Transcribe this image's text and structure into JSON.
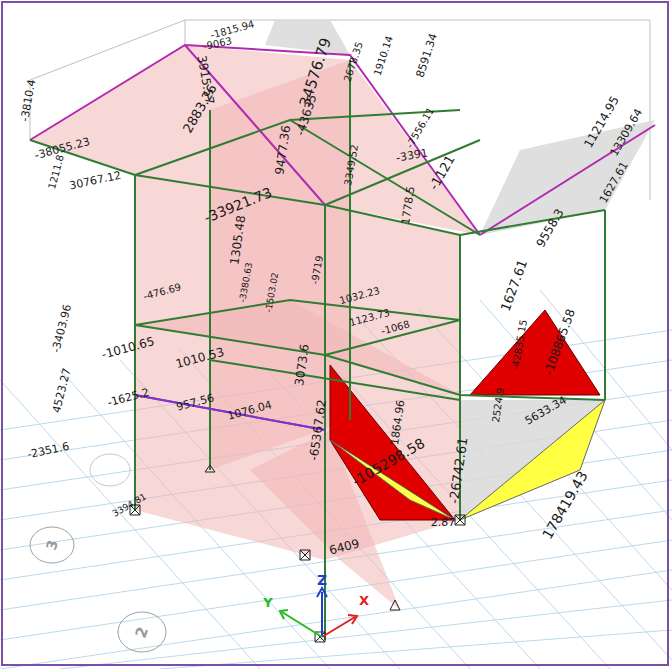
{
  "diagram": {
    "labels": [
      "-3810.4",
      "-38055.23",
      "1211.8",
      "30767.12",
      "-1815.94",
      "-9063",
      "3915.57",
      "2883.26",
      "9477.36",
      "-33921.73",
      "1305.48",
      "34576.79",
      "-43635",
      "2678.35",
      "1910.14",
      "8591.34",
      "-7556.11",
      "-3391",
      "3349.52",
      "-1121",
      "1778.5",
      "11214.95",
      "13309.64",
      "1627.61",
      "9558.3",
      "1627.61",
      "-3403.96",
      "-476.69",
      "-3380.63",
      "-1503.02",
      "-9719",
      "1032.23",
      "1123.73",
      "-1068",
      "-1010.65",
      "1010.53",
      "4523.27",
      "-1625.2",
      "957.56",
      "1076.04",
      "3073.6",
      "-2351.6",
      "3394.81",
      "-65367.62",
      "1864.96",
      "-105298.58",
      "-42835.15",
      "-108865.58",
      "2524.9",
      "5633.34",
      "-26742.61",
      "2.87",
      "178419.43",
      "6409",
      "3",
      "2",
      "Z",
      "Y",
      "X"
    ]
  }
}
